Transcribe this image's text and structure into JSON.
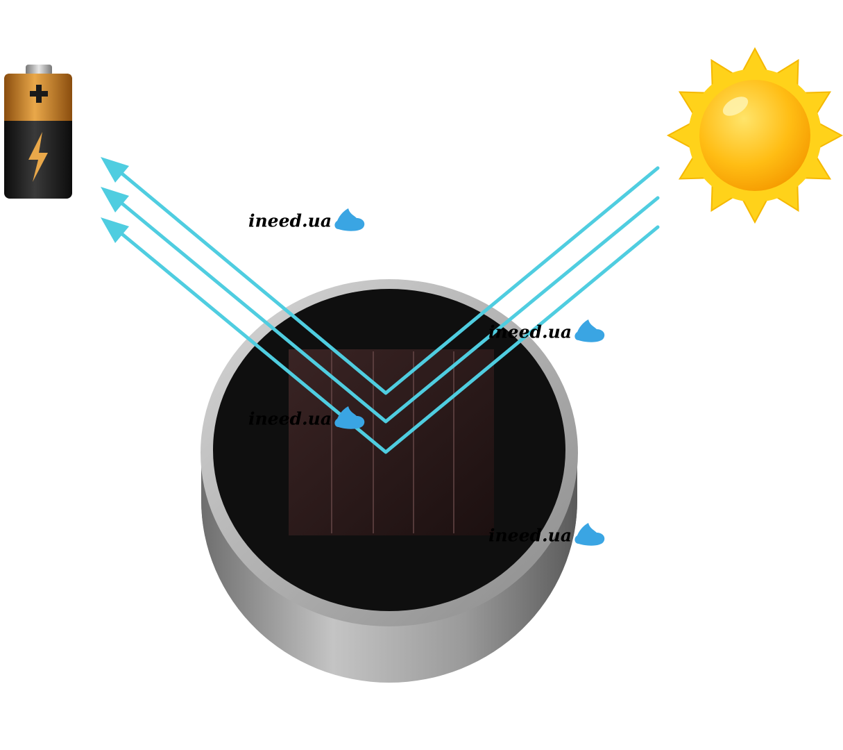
{
  "diagram": {
    "icons": {
      "battery": "battery-charging-icon",
      "sun": "sun-icon",
      "solar_light": "solar-light-device-icon",
      "watermark_logo": "water-drop-icon"
    },
    "colors": {
      "background": "#ffffff",
      "ray": "#4fcde0",
      "sun_petal": "#ffd21a",
      "sun_core": "#ffb300",
      "device_rim": "#a9a9a9",
      "device_top": "#0f0f0f",
      "solar_panel": "#2a1818",
      "battery_top": "#c07a1c",
      "battery_bottom": "#1e1e1e",
      "watermark_drop": "#3aa5e3"
    },
    "watermarks": [
      "ineed.ua",
      "ineed.ua",
      "ineed.ua",
      "ineed.ua"
    ]
  }
}
